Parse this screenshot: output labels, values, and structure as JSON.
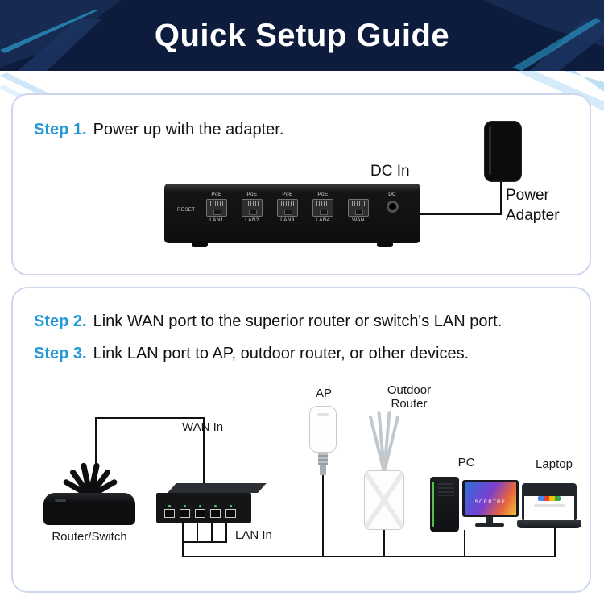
{
  "header": {
    "title": "Quick Setup Guide"
  },
  "steps": {
    "step1": {
      "label": "Step 1.",
      "text": "Power up with the adapter."
    },
    "step2": {
      "label": "Step 2.",
      "text": "Link WAN port to the superior router or switch's LAN port."
    },
    "step3": {
      "label": "Step 3.",
      "text": "Link LAN port to AP, outdoor router, or other devices."
    }
  },
  "device": {
    "reset_label": "RESET",
    "dc_label": "DC",
    "dc_in_label": "DC In",
    "power_adapter_label": "Power Adapter",
    "ports": [
      {
        "top": "PoE",
        "bottom": "LAN1"
      },
      {
        "top": "PoE",
        "bottom": "LAN2"
      },
      {
        "top": "PoE",
        "bottom": "LAN3"
      },
      {
        "top": "PoE",
        "bottom": "LAN4"
      },
      {
        "top": "",
        "bottom": "WAN"
      }
    ]
  },
  "diagram": {
    "wan_in": "WAN In",
    "lan_in": "LAN In",
    "router_switch": "Router/Switch",
    "ap": "AP",
    "outdoor_router": "Outdoor Router",
    "pc": "PC",
    "laptop": "Laptop",
    "monitor_brand": "SCEPTRE"
  },
  "colors": {
    "accent_blue": "#2299d6",
    "header_bg": "#0d1b3d",
    "card_border": "#ccd7ee",
    "wire": "#111111",
    "led_green": "#4cd964"
  }
}
